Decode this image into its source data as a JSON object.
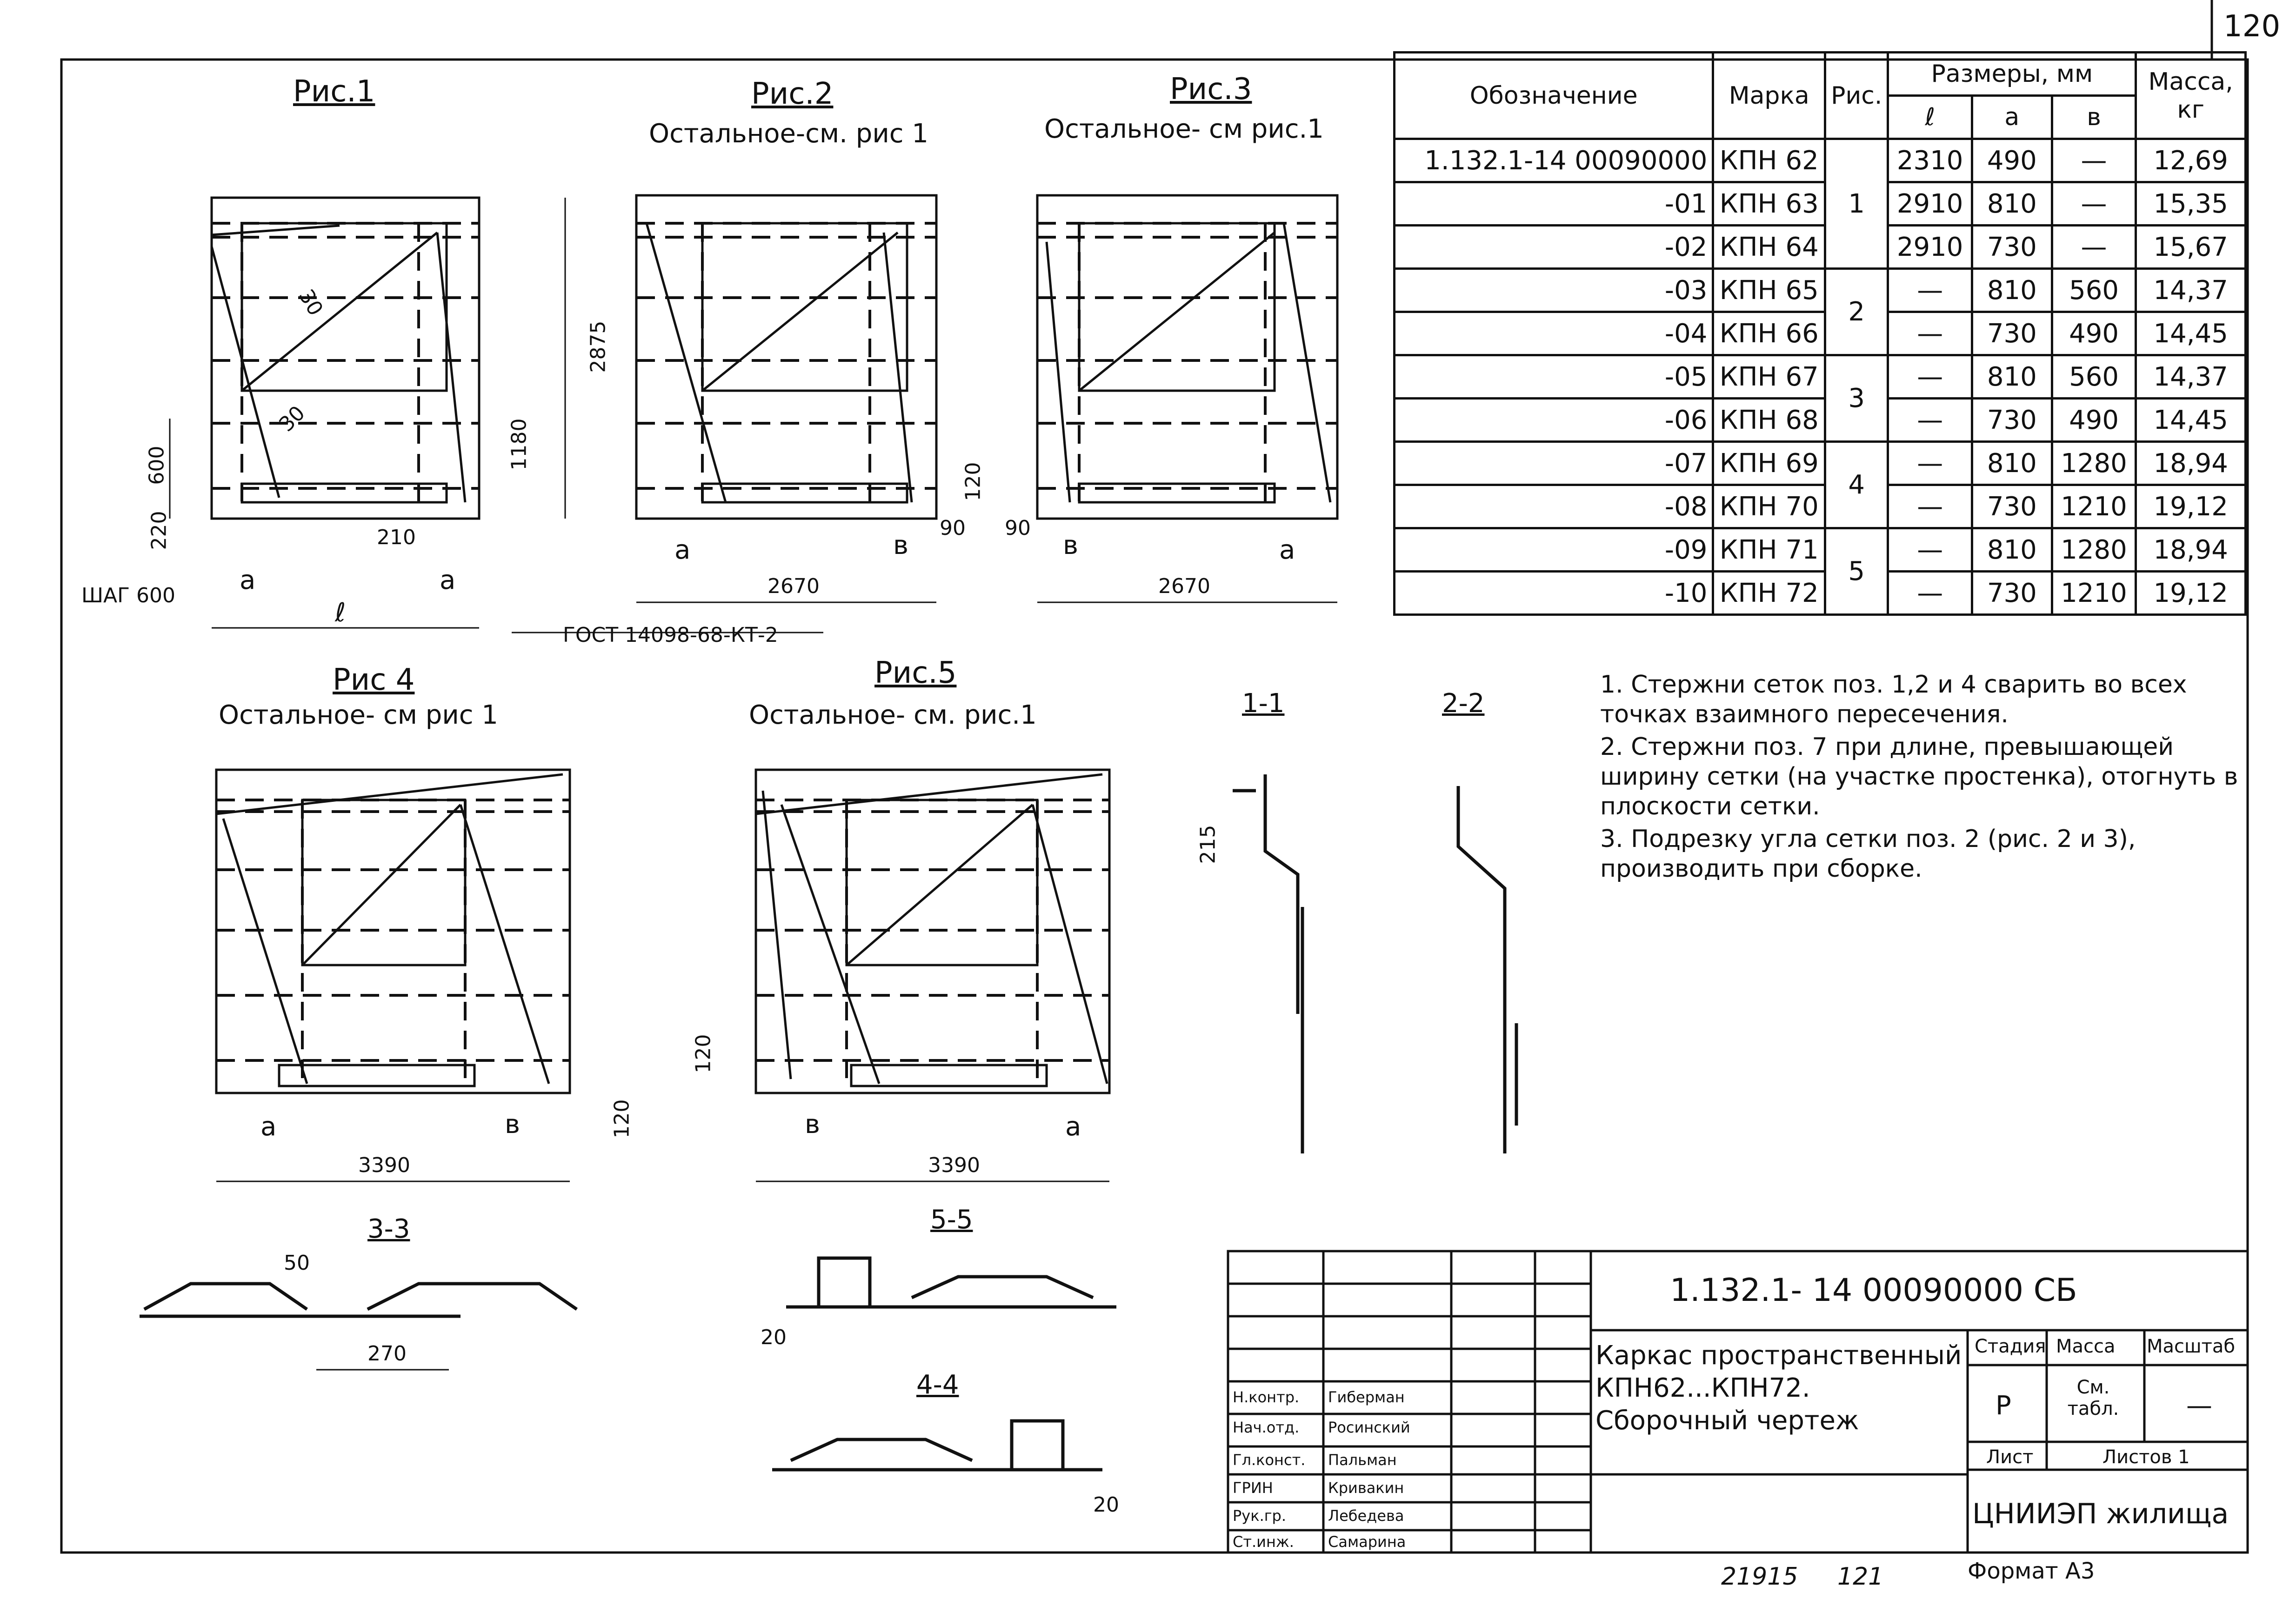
{
  "sheet_number": "120",
  "figures": {
    "fig1": {
      "title": "Рис.1"
    },
    "fig2": {
      "title": "Рис.2",
      "subtitle": "Остальное-см. рис 1"
    },
    "fig3": {
      "title": "Рис.3",
      "subtitle": "Остальное- см рис.1"
    },
    "fig4": {
      "title": "Рис 4",
      "subtitle": "Остальное- см рис 1"
    },
    "fig5": {
      "title": "Рис.5",
      "subtitle": "Остальное- см. рис.1"
    }
  },
  "sections": {
    "s11": "1-1",
    "s22": "2-2",
    "s33": "3-3",
    "s55": "5-5",
    "s44": "4-4"
  },
  "dims": {
    "d2875": "2875",
    "d1180": "1180",
    "d600": "600",
    "d220": "220",
    "d210": "210",
    "d2670a": "2670",
    "d2670b": "2670",
    "d3390a": "3390",
    "d3390b": "3390",
    "d120a": "120",
    "d120b": "120",
    "d120c": "120",
    "d90a": "90",
    "d90b": "90",
    "d215": "215",
    "d50": "50",
    "d270": "270",
    "d20a": "20",
    "d20b": "20",
    "a": "a",
    "b": "в",
    "l": "ℓ",
    "step": "ШАГ 600",
    "gost": "ГОСТ 14098-68-КТ-2",
    "ang30a": "30",
    "ang30b": "30"
  },
  "table": {
    "headers": {
      "designation": "Обозначение",
      "mark": "Марка",
      "fig": "Рис.",
      "sizes": "Размеры, мм",
      "l": "ℓ",
      "a": "a",
      "b": "в",
      "mass": "Масса, кг"
    },
    "rows": [
      {
        "designation": "1.132.1-14 00090000",
        "mark": "КПН 62",
        "fig": "1",
        "l": "2310",
        "a": "490",
        "b": "—",
        "mass": "12,69"
      },
      {
        "designation": "-01",
        "mark": "КПН 63",
        "fig": "",
        "l": "2910",
        "a": "810",
        "b": "—",
        "mass": "15,35"
      },
      {
        "designation": "-02",
        "mark": "КПН 64",
        "fig": "",
        "l": "2910",
        "a": "730",
        "b": "—",
        "mass": "15,67"
      },
      {
        "designation": "-03",
        "mark": "КПН 65",
        "fig": "2",
        "l": "—",
        "a": "810",
        "b": "560",
        "mass": "14,37"
      },
      {
        "designation": "-04",
        "mark": "КПН 66",
        "fig": "",
        "l": "—",
        "a": "730",
        "b": "490",
        "mass": "14,45"
      },
      {
        "designation": "-05",
        "mark": "КПН 67",
        "fig": "3",
        "l": "—",
        "a": "810",
        "b": "560",
        "mass": "14,37"
      },
      {
        "designation": "-06",
        "mark": "КПН 68",
        "fig": "",
        "l": "—",
        "a": "730",
        "b": "490",
        "mass": "14,45"
      },
      {
        "designation": "-07",
        "mark": "КПН 69",
        "fig": "4",
        "l": "—",
        "a": "810",
        "b": "1280",
        "mass": "18,94"
      },
      {
        "designation": "-08",
        "mark": "КПН 70",
        "fig": "",
        "l": "—",
        "a": "730",
        "b": "1210",
        "mass": "19,12"
      },
      {
        "designation": "-09",
        "mark": "КПН 71",
        "fig": "5",
        "l": "—",
        "a": "810",
        "b": "1280",
        "mass": "18,94"
      },
      {
        "designation": "-10",
        "mark": "КПН 72",
        "fig": "",
        "l": "—",
        "a": "730",
        "b": "1210",
        "mass": "19,12"
      }
    ]
  },
  "notes": [
    "1. Стержни сеток поз. 1,2 и 4 сварить во всех точках взаимного пересечения.",
    "2. Стержни поз. 7 при длине, превышающей ширину сетки (на участке простенка), отогнуть в плоскости сетки.",
    "3. Подрезку угла сетки поз. 2 (рис. 2 и 3), производить при сборке."
  ],
  "title_block": {
    "code": "1.132.1- 14 00090000 СБ",
    "title": "Каркас пространственный КПН62...КПН72. Сборочный чертеж",
    "stage_h": "Стадия",
    "mass_h": "Масса",
    "scale_h": "Масштаб",
    "stage": "Р",
    "mass": "См. табл.",
    "scale": "—",
    "sheet": "Лист",
    "sheets": "Листов 1",
    "org": "ЦНИИЭП жилища",
    "roles": [
      {
        "role": "Н.контр.",
        "name": "Гиберман"
      },
      {
        "role": "Нач.отд.",
        "name": "Росинский"
      },
      {
        "role": "Гл.конст.",
        "name": "Пальман"
      },
      {
        "role": "ГРИН",
        "name": "Кривакин"
      },
      {
        "role": "Рук.гр.",
        "name": "Лебедева"
      },
      {
        "role": "Ст.инж.",
        "name": "Самарина"
      }
    ]
  },
  "footer": {
    "left": "21915",
    "mid": "121",
    "format": "Формат А3"
  }
}
